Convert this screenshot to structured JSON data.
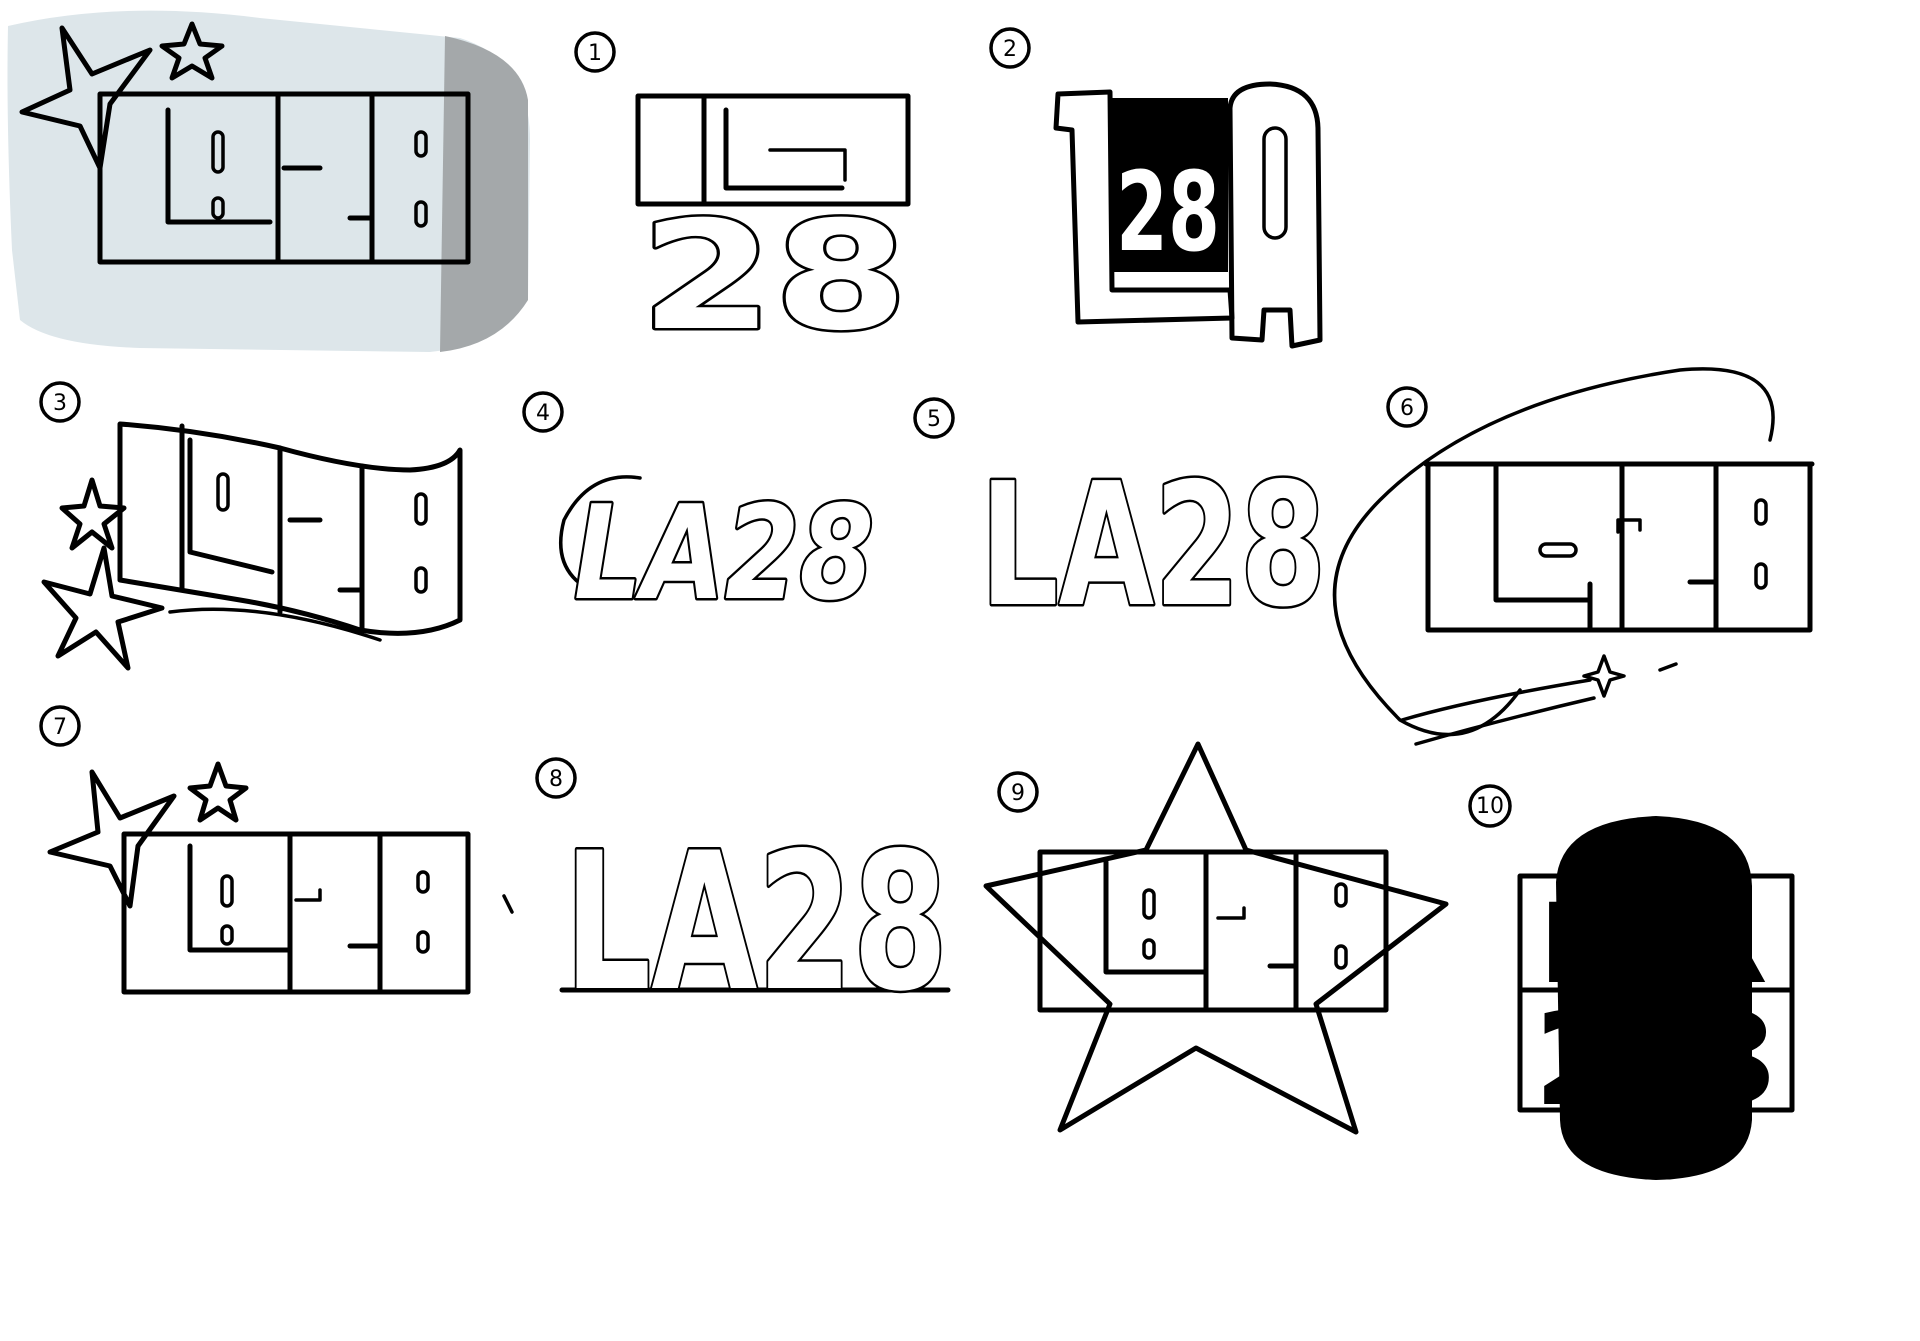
{
  "sheet": {
    "ink_color": "#000000",
    "paper_color": "#ffffff",
    "reference_bg_color": "#dde6ea",
    "reference_strip_color": "#a4a8aa",
    "sketch_numbers": [
      "1",
      "2",
      "3",
      "4",
      "5",
      "6",
      "7",
      "8",
      "9",
      "10"
    ],
    "sketch_text": {
      "la28": "LA28",
      "la": "LA",
      "n28": "28",
      "l": "L",
      "a": "A"
    }
  }
}
